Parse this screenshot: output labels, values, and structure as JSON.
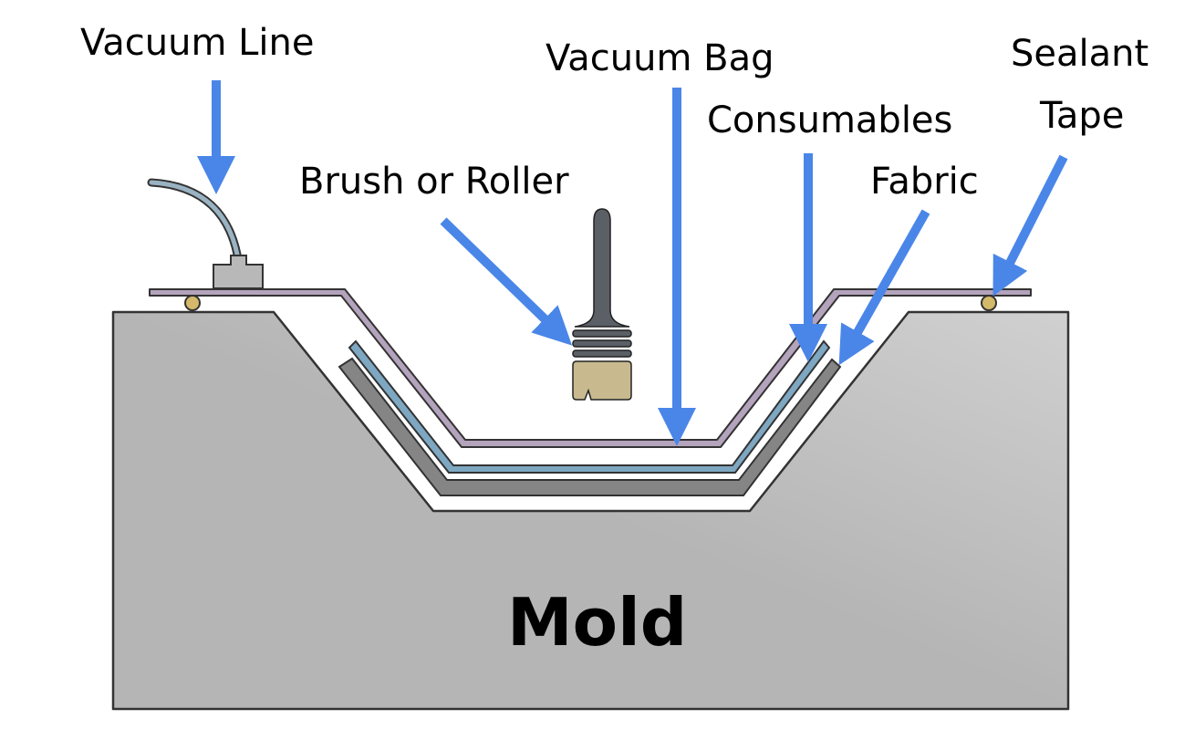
{
  "diagram": {
    "title": "Vacuum bagging setup",
    "labels": {
      "vacuum_line": "Vacuum Line",
      "vacuum_bag": "Vacuum Bag",
      "brush_or_roller": "Brush or Roller",
      "consumables": "Consumables",
      "fabric": "Fabric",
      "sealant_tape_line1": "Sealant",
      "sealant_tape_line2": "Tape",
      "mold": "Mold"
    },
    "colors": {
      "arrow": "#4a86e8",
      "mold_light": "#d0d0d0",
      "mold_dark": "#b5b5b5",
      "vacuum_bag": "#b4a3bc",
      "consumables": "#7ea7c2",
      "fabric": "#858585",
      "sealant_tape": "#d4b96a",
      "vacuum_line": "#9ab3c2",
      "connector": "#b8b8b8",
      "brush_handle": "#5b5f66",
      "brush_bristles": "#c8b98f",
      "outline": "#333333"
    }
  }
}
